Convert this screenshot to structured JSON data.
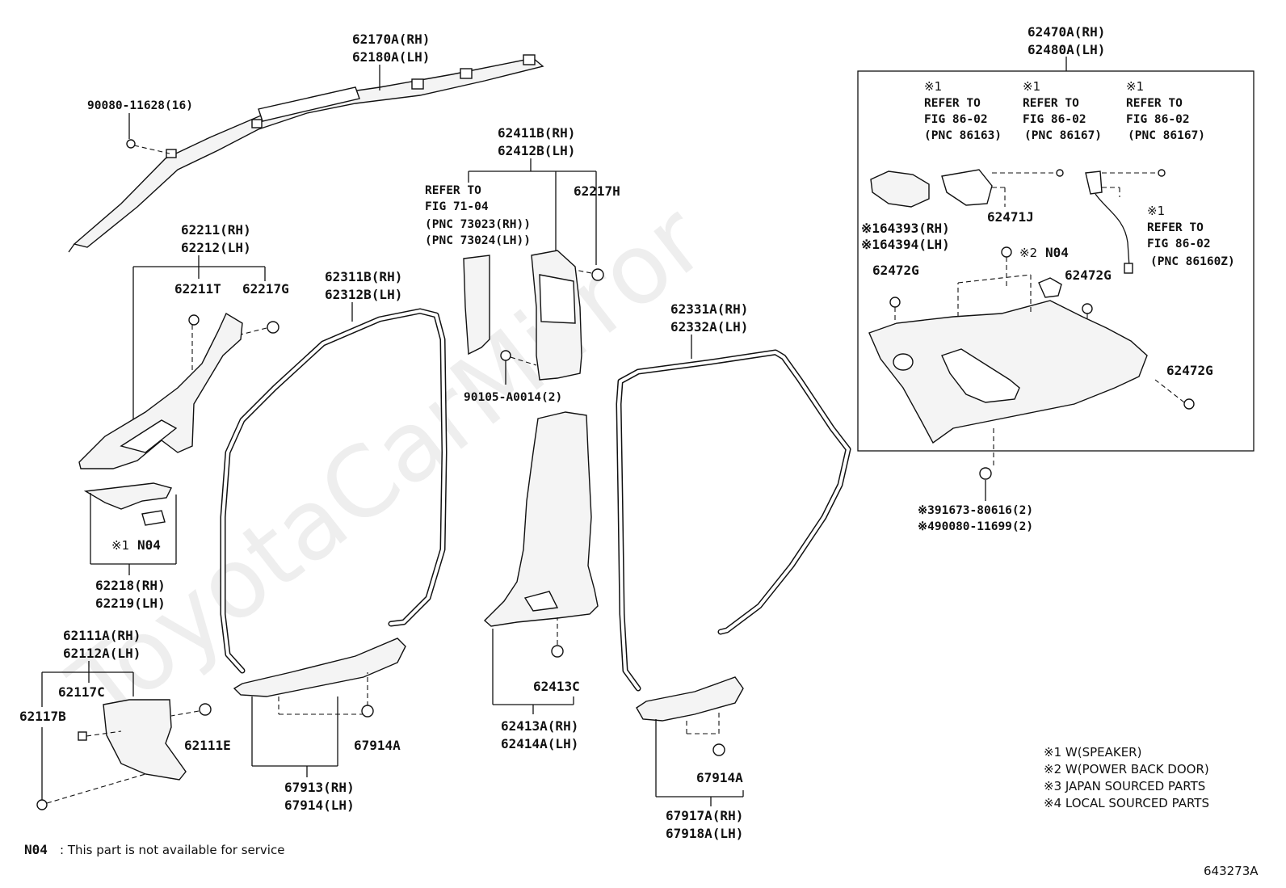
{
  "watermark": "ToyotaCarMirror",
  "labels": {
    "airbag_rh": "62170A(RH)",
    "airbag_lh": "62180A(LH)",
    "airbag_bolt": "90080-11628(16)",
    "a_pillar_rh": "62211(RH)",
    "a_pillar_lh": "62212(LH)",
    "clip_62211t": "62211T",
    "clip_62217g": "62217G",
    "speaker_cover_note": "※1",
    "speaker_cover_n04": "N04",
    "speaker_cover_rh": "62218(RH)",
    "speaker_cover_lh": "62219(LH)",
    "cowl_rh": "62111A(RH)",
    "cowl_lh": "62112A(LH)",
    "clip_62117c": "62117C",
    "clip_62117b": "62117B",
    "clip_62111e": "62111E",
    "front_weather_rh": "62311B(RH)",
    "front_weather_lh": "62312B(LH)",
    "front_scuff_clip": "67914A",
    "front_scuff_rh": "67913(RH)",
    "front_scuff_lh": "67914(LH)",
    "b_upper_rh": "62411B(RH)",
    "b_upper_lh": "62412B(LH)",
    "b_refer_1": "REFER TO",
    "b_refer_2": "FIG 71-04",
    "b_refer_3": "(PNC 73023(RH))",
    "b_refer_4": "(PNC 73024(LH))",
    "clip_62217h": "62217H",
    "b_bolt": "90105-A0014(2)",
    "b_lower_rh": "62413A(RH)",
    "b_lower_lh": "62414A(LH)",
    "clip_62413c": "62413C",
    "rear_weather_rh": "62331A(RH)",
    "rear_weather_lh": "62332A(LH)",
    "rear_scuff_clip": "67914A",
    "rear_scuff_rh": "67917A(RH)",
    "rear_scuff_lh": "67918A(LH)",
    "quarter_rh": "62470A(RH)",
    "quarter_lh": "62480A(LH)",
    "ref1_mark": "※1",
    "ref1_a": "REFER TO",
    "ref1_b": "FIG 86-02",
    "ref1_c": "(PNC 86163)",
    "ref2_mark": "※1",
    "ref2_a": "REFER TO",
    "ref2_b": "FIG 86-02",
    "ref2_c": "(PNC 86167)",
    "ref3_mark": "※1",
    "ref3_a": "REFER TO",
    "ref3_b": "FIG 86-02",
    "ref3_c": "(PNC 86167)",
    "ref4_mark": "※1",
    "ref4_a": "REFER TO",
    "ref4_b": "FIG 86-02",
    "ref4_c": "(PNC 86160Z)",
    "grille_rh": "※164393(RH)",
    "grille_lh": "※164394(LH)",
    "clip_62471j": "62471J",
    "n04_mark2": "※2",
    "n04_2": "N04",
    "clip_62472g_a": "62472G",
    "clip_62472g_b": "62472G",
    "clip_62472g_c": "62472G",
    "quarter_bolt_1": "※391673-80616(2)",
    "quarter_bolt_2": "※490080-11699(2)"
  },
  "legend": [
    "※1 W(SPEAKER)",
    "※2 W(POWER BACK DOOR)",
    "※3 JAPAN SOURCED PARTS",
    "※4 LOCAL SOURCED PARTS"
  ],
  "footer": {
    "n04_code": "N04",
    "n04_text": ": This part is not available for service",
    "figure_id": "643273A"
  }
}
